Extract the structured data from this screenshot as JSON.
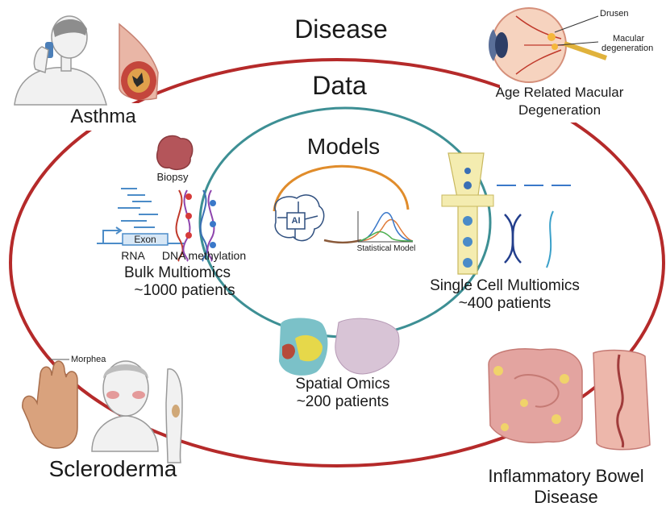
{
  "rings": {
    "outer_label": "Disease",
    "middle_label": "Data",
    "inner_label": "Models"
  },
  "diseases": {
    "asthma": "Asthma",
    "amd_line1": "Age Related Macular",
    "amd_line2": "Degeneration",
    "scleroderma": "Scleroderma",
    "ibd_line1": "Inflammatory Bowel",
    "ibd_line2": "Disease"
  },
  "eye_annotations": {
    "drusen": "Drusen",
    "macular_line1": "Macular",
    "macular_line2": "degeneration"
  },
  "morphea_label": "Morphea",
  "bulk": {
    "biopsy": "Biopsy",
    "exon": "Exon",
    "rna": "RNA",
    "dna_methylation": "DNA methylation",
    "title": "Bulk Multiomics",
    "patients": "~1000 patients"
  },
  "single_cell": {
    "title": "Single Cell Multiomics",
    "patients": "~400 patients"
  },
  "spatial": {
    "title": "Spatial Omics",
    "patients": "~200 patients"
  },
  "models": {
    "ai_chip": "AI",
    "statistical": "Statistical Model"
  },
  "colors": {
    "disease_ring": "#b52a2a",
    "data_ring": "#3d8f94",
    "model_ring": "#e08c2b"
  }
}
